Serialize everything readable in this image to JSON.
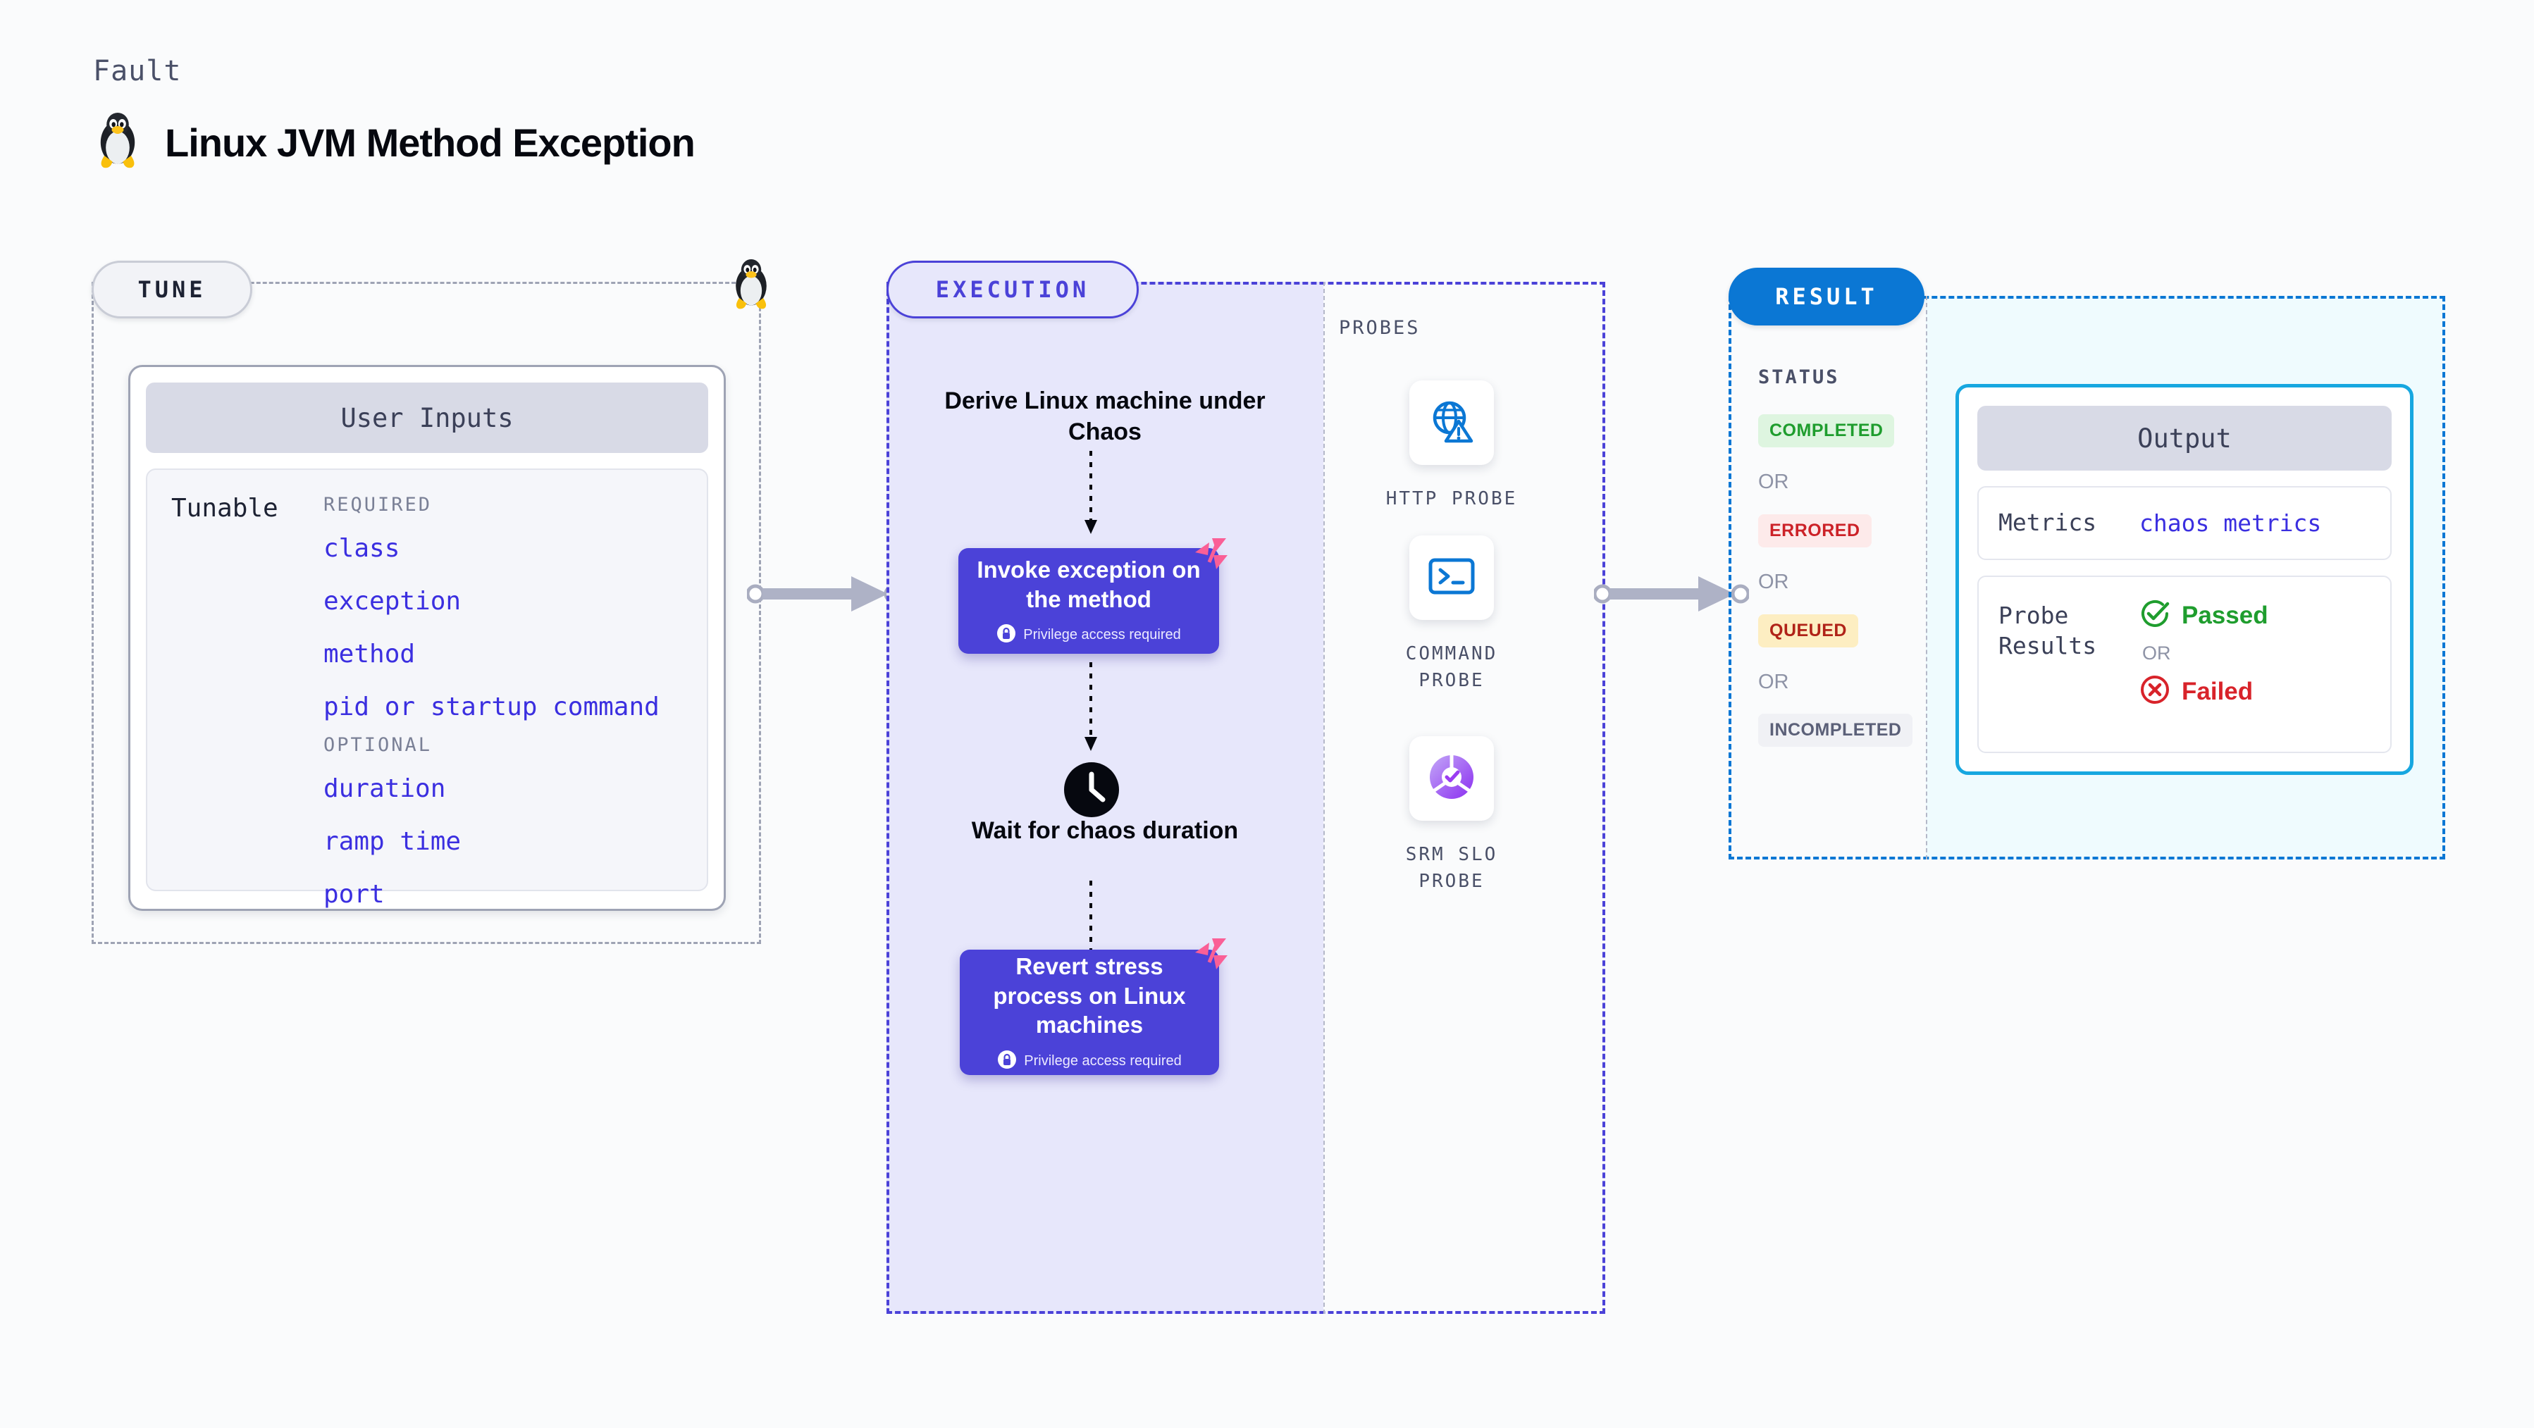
{
  "header": {
    "eyebrow": "Fault",
    "title": "Linux JVM Method Exception",
    "os_icon": "linux-tux-icon"
  },
  "tune": {
    "pill_label": "TUNE",
    "os_icon": "linux-tux-icon",
    "card_title": "User Inputs",
    "tunable_label": "Tunable",
    "groups": [
      {
        "title": "REQUIRED",
        "items": [
          "class",
          "exception",
          "method",
          "pid or startup command"
        ]
      },
      {
        "title": "OPTIONAL",
        "items": [
          "duration",
          "ramp time",
          "port"
        ]
      }
    ]
  },
  "execution": {
    "pill_label": "EXECUTION",
    "steps": [
      {
        "type": "text",
        "label": "Derive Linux machine under Chaos"
      },
      {
        "type": "card",
        "label": "Invoke exception on the method",
        "privilege_note": "Privilege access required",
        "badge_icon": "harness-logo-icon"
      },
      {
        "type": "text",
        "label": "Wait for chaos duration",
        "icon": "clock-icon"
      },
      {
        "type": "card",
        "label": "Revert stress process on Linux machines",
        "privilege_note": "Privilege access required",
        "badge_icon": "harness-logo-icon"
      }
    ]
  },
  "probes": {
    "section_title": "PROBES",
    "items": [
      {
        "label": "HTTP PROBE",
        "icon": "http-globe-probe-icon"
      },
      {
        "label": "COMMAND PROBE",
        "icon": "command-terminal-probe-icon"
      },
      {
        "label": "SRM SLO PROBE",
        "icon": "srm-slo-donut-probe-icon"
      }
    ]
  },
  "result": {
    "pill_label": "RESULT",
    "status_title": "STATUS",
    "or_label": "OR",
    "statuses": [
      {
        "label": "COMPLETED",
        "bg": "#def5e0",
        "fg": "#1f9d2e"
      },
      {
        "label": "ERRORED",
        "bg": "#fdeaea",
        "fg": "#cc2228"
      },
      {
        "label": "QUEUED",
        "bg": "#fdeec2",
        "fg": "#b02318"
      },
      {
        "label": "INCOMPLETED",
        "bg": "#f0f1f5",
        "fg": "#5b6078"
      }
    ],
    "output": {
      "card_title": "Output",
      "metrics_key": "Metrics",
      "metrics_value": "chaos metrics",
      "probe_results_key": "Probe\nResults",
      "passed_label": "Passed",
      "failed_label": "Failed",
      "or_label": "OR"
    }
  },
  "colors": {
    "accent_purple": "#4b42d8",
    "accent_blue": "#0b77d4",
    "accent_cyan": "#17a7e0",
    "badge_pink": "#fa5f96",
    "exec_fill": "#e7e7fb",
    "result_fill": "#effbfe",
    "page_bg": "#fafbfc"
  }
}
